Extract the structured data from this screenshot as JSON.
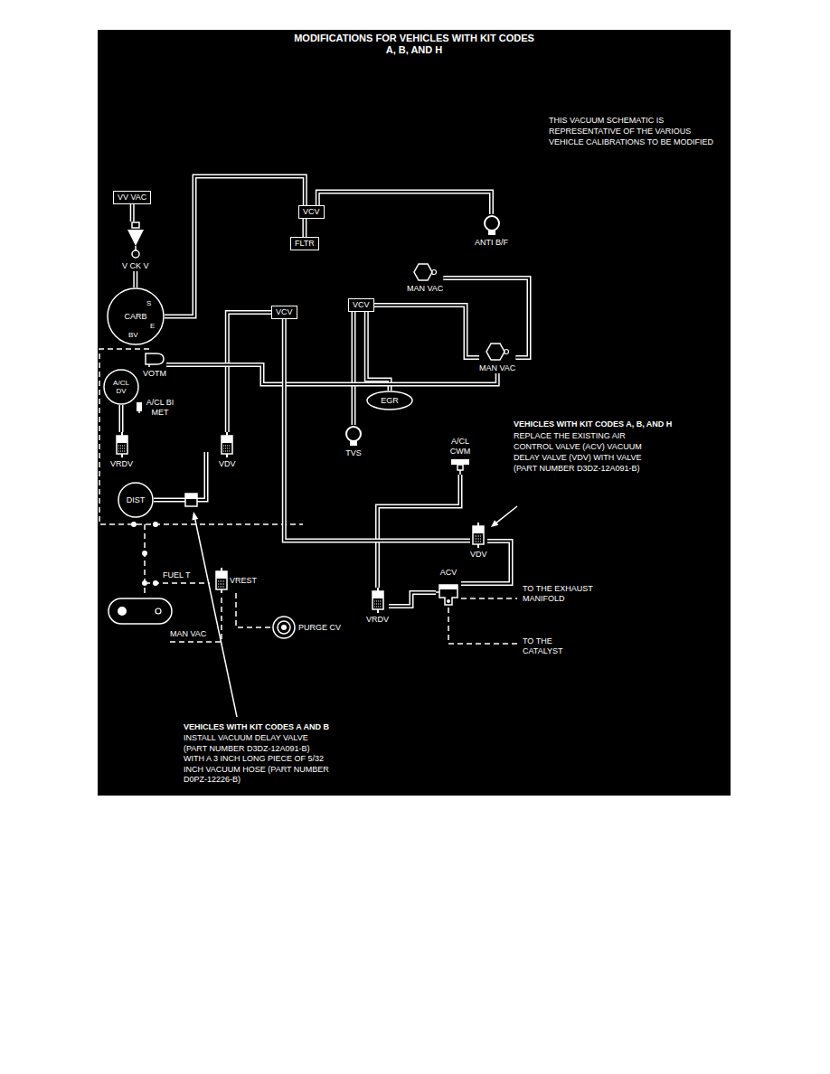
{
  "diagram": {
    "title": "MODIFICATIONS FOR VEHICLES WITH KIT CODES A, B, AND H",
    "nodes": [
      {
        "text": [
          "VV VAC"
        ]
      },
      {
        "text": [
          "V CK V"
        ]
      },
      {
        "text": [
          "CARB",
          "S",
          "E",
          "BV"
        ]
      },
      {
        "text": [
          "VOTM"
        ]
      },
      {
        "text": [
          "A/CL DV"
        ]
      },
      {
        "text": [
          "VRDV"
        ]
      },
      {
        "text": [
          "A/CL BI MET"
        ]
      },
      {
        "text": [
          "DIST"
        ]
      },
      {
        "text": [
          "VDV"
        ]
      },
      {
        "text": [
          "VCV"
        ]
      },
      {
        "text": [
          "FLTR"
        ]
      },
      {
        "text": [
          "ANTI B/F"
        ]
      },
      {
        "text": [
          "MAN VAC"
        ]
      },
      {
        "text": [
          "VCV"
        ]
      },
      {
        "text": [
          "VCV"
        ]
      },
      {
        "text": [
          "MAN VAC"
        ]
      },
      {
        "text": [
          "EGR"
        ]
      },
      {
        "text": [
          "TVS"
        ]
      },
      {
        "text": [
          "A/CL CWM"
        ]
      },
      {
        "text": [
          "VDV"
        ]
      },
      {
        "text": [
          "VRDV"
        ]
      },
      {
        "text": [
          "ACV"
        ]
      },
      {
        "text": [
          "VREST"
        ]
      },
      {
        "text": [
          "PURGE CV"
        ]
      }
    ],
    "edges": [
      {
        "from": 0,
        "to": 1,
        "arrow": "none"
      },
      {
        "from": 1,
        "to": 2,
        "arrow": "none"
      },
      {
        "from": 2,
        "to": 9,
        "arrow": "none"
      },
      {
        "from": 10,
        "to": 9,
        "arrow": "none"
      },
      {
        "from": 9,
        "to": 11,
        "arrow": "none"
      },
      {
        "from": 12,
        "to": 15,
        "arrow": "none"
      },
      {
        "from": 14,
        "to": 15,
        "arrow": "none"
      },
      {
        "from": 16,
        "to": 14,
        "arrow": "none"
      },
      {
        "from": 17,
        "to": 14,
        "arrow": "none"
      },
      {
        "from": 8,
        "to": 13,
        "arrow": "none"
      },
      {
        "from": 3,
        "to": 15,
        "arrow": "none"
      },
      {
        "from": 4,
        "to": 5,
        "arrow": "none"
      },
      {
        "from": 18,
        "to": 20,
        "arrow": "none"
      },
      {
        "from": 13,
        "to": 19,
        "arrow": "none"
      },
      {
        "from": 19,
        "to": 21,
        "arrow": "none"
      },
      {
        "from": 20,
        "to": 21,
        "arrow": "none"
      },
      {
        "from": 22,
        "to": 23,
        "arrow": "none"
      }
    ],
    "labels": [
      "THIS VACUUM SCHEMATIC IS REPRESENTATIVE OF THE VARIOUS VEHICLE CALIBRATIONS TO BE MODIFIED",
      "VEHICLES WITH KIT CODES A, B, AND H",
      "REPLACE THE EXISTING AIR CONTROL VALVE (ACV) VACUUM DELAY VALVE (VDV) WITH VALVE (PART NUMBER D3DZ-12A091-B)",
      "TO THE EXHAUST MANIFOLD",
      "TO THE CATALYST",
      "FUEL T",
      "MAN VAC",
      "VEHICLES WITH KIT CODES A AND B",
      "INSTALL VACUUM DELAY VALVE (PART NUMBER D3DZ-12A091-B) WITH A 3 INCH LONG PIECE OF 5/32 INCH VACUUM HOSE (PART NUMBER D0PZ-12226-B)"
    ]
  }
}
